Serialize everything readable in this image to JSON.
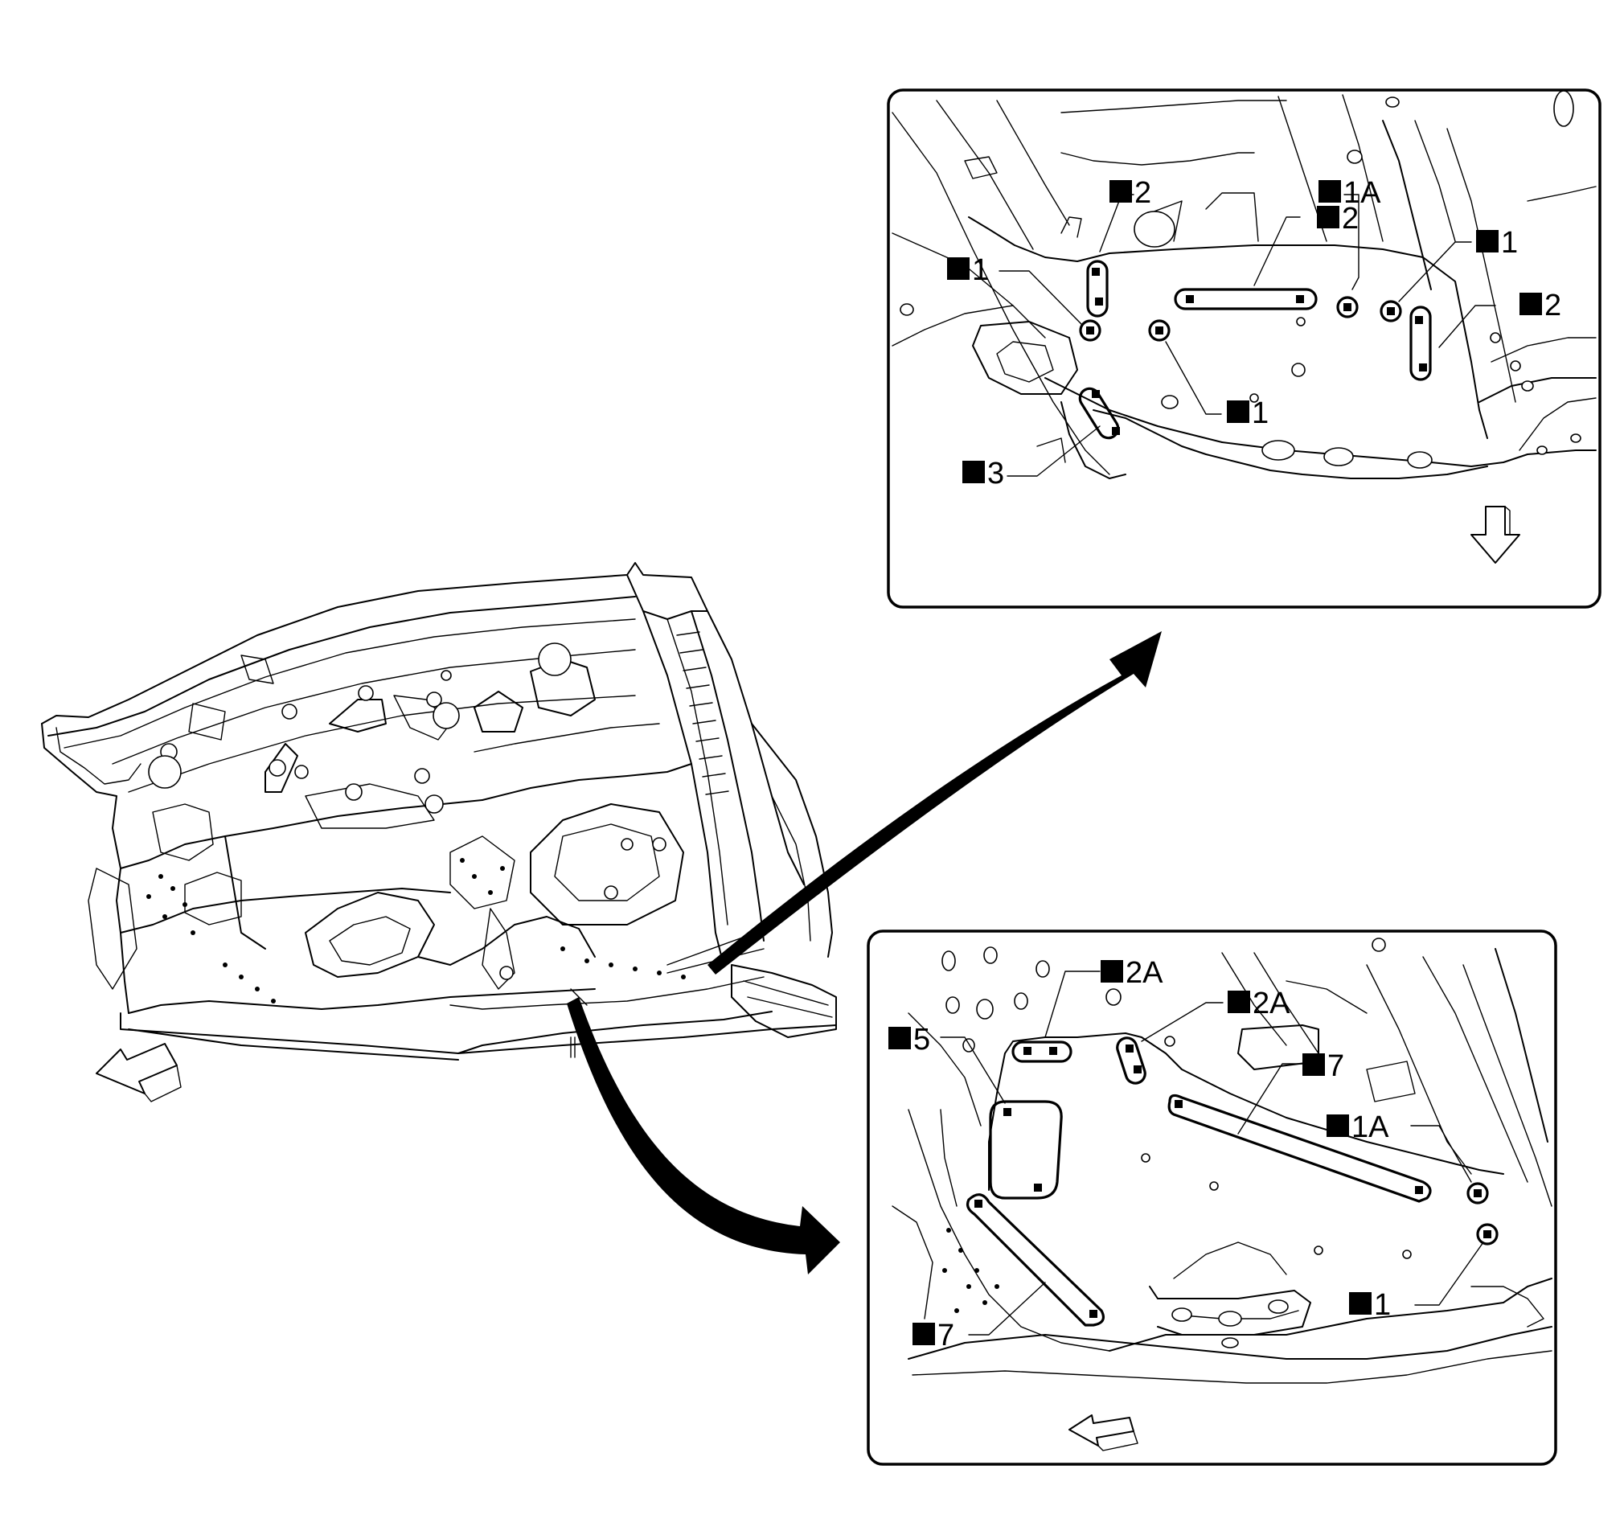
{
  "callouts": {
    "top": {
      "c1": "2",
      "c2": "1A",
      "c3": "2",
      "c4": "1",
      "c5": "1",
      "c6": "2",
      "c7": "1",
      "c8": "3"
    },
    "bottom": {
      "c1": "2A",
      "c2": "2A",
      "c3": "5",
      "c4": "7",
      "c5": "1A",
      "c6": "1",
      "c7": "7"
    }
  },
  "icons": {
    "main_direction": "front-direction-arrow-icon",
    "top_direction": "down-direction-arrow-icon",
    "bottom_direction": "front-direction-arrow-icon",
    "callout_marker": "black-square-icon",
    "spot_weld": "weld-point-icon"
  },
  "colors": {
    "line": "#000000",
    "background": "#ffffff"
  }
}
